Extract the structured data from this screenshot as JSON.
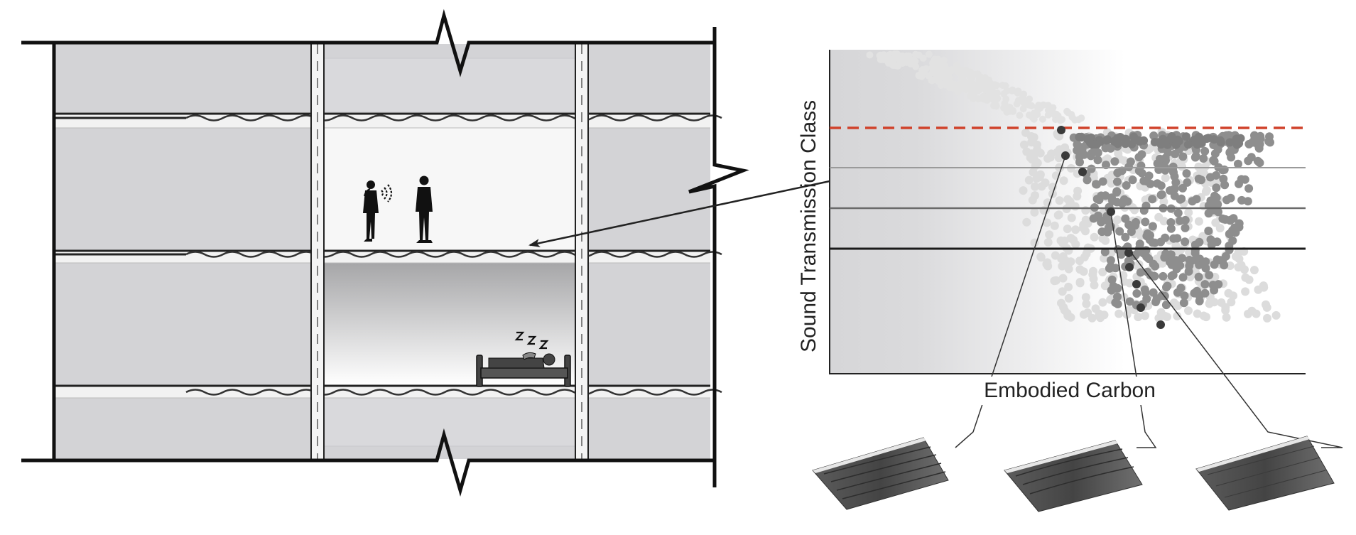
{
  "figure": {
    "y_axis_label": "Sound Transmission Class",
    "x_axis_label": "Embodied Carbon",
    "icons": [
      "person-talking-icon",
      "person-listening-icon",
      "sound-waves-icon",
      "sleeping-person-icon",
      "bed-icon",
      "sleep-z-icon"
    ],
    "sleep_text": "z z z",
    "colors": {
      "threshold_line": "#d0422b",
      "section_fill": "#d3d3d6",
      "point_dark": "#3a3a3a",
      "point_mid": "#8e8e8e",
      "point_light": "#dcdcdc"
    },
    "scatter": {
      "point_groups": [
        "background-light",
        "candidate-mid",
        "highlighted-dark"
      ],
      "reference_lines": [
        "threshold-dashed",
        "upper-line",
        "middle-line",
        "lower-line"
      ],
      "highlighted_designs": 3
    }
  }
}
